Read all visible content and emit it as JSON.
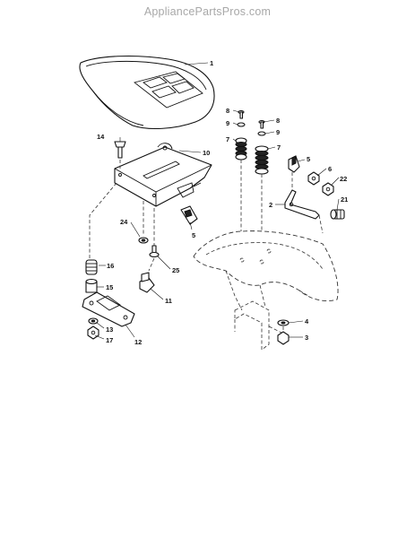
{
  "watermark": "AppliancePartsPros.com",
  "parts": {
    "p1": "1",
    "p2": "2",
    "p3": "3",
    "p4": "4",
    "p5a": "5",
    "p5b": "5",
    "p6": "6",
    "p7a": "7",
    "p7b": "7",
    "p8a": "8",
    "p8b": "8",
    "p9a": "9",
    "p9b": "9",
    "p10": "10",
    "p11": "11",
    "p12": "12",
    "p13": "13",
    "p14": "14",
    "p15": "15",
    "p16": "16",
    "p17": "17",
    "p21": "21",
    "p22": "22",
    "p24": "24",
    "p25": "25"
  }
}
